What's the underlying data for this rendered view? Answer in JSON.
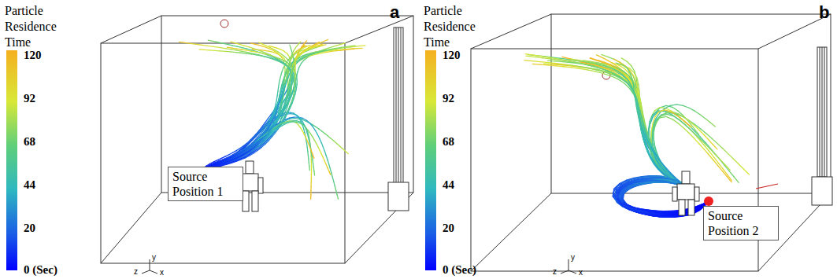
{
  "diagram": {
    "nodes": [
      {
        "text": [
          "Source Position 1"
        ]
      },
      {
        "text": [
          "Source Position 2"
        ]
      }
    ],
    "labels": [
      "a",
      "Particle Residence Time",
      "120",
      "92",
      "68",
      "44",
      "20",
      "0 (Sec)",
      "z",
      "y",
      "x",
      "b",
      "Particle Residence Time",
      "120",
      "92",
      "68",
      "44",
      "20",
      "0 (Sec)",
      "z",
      "y",
      "x"
    ]
  }
}
